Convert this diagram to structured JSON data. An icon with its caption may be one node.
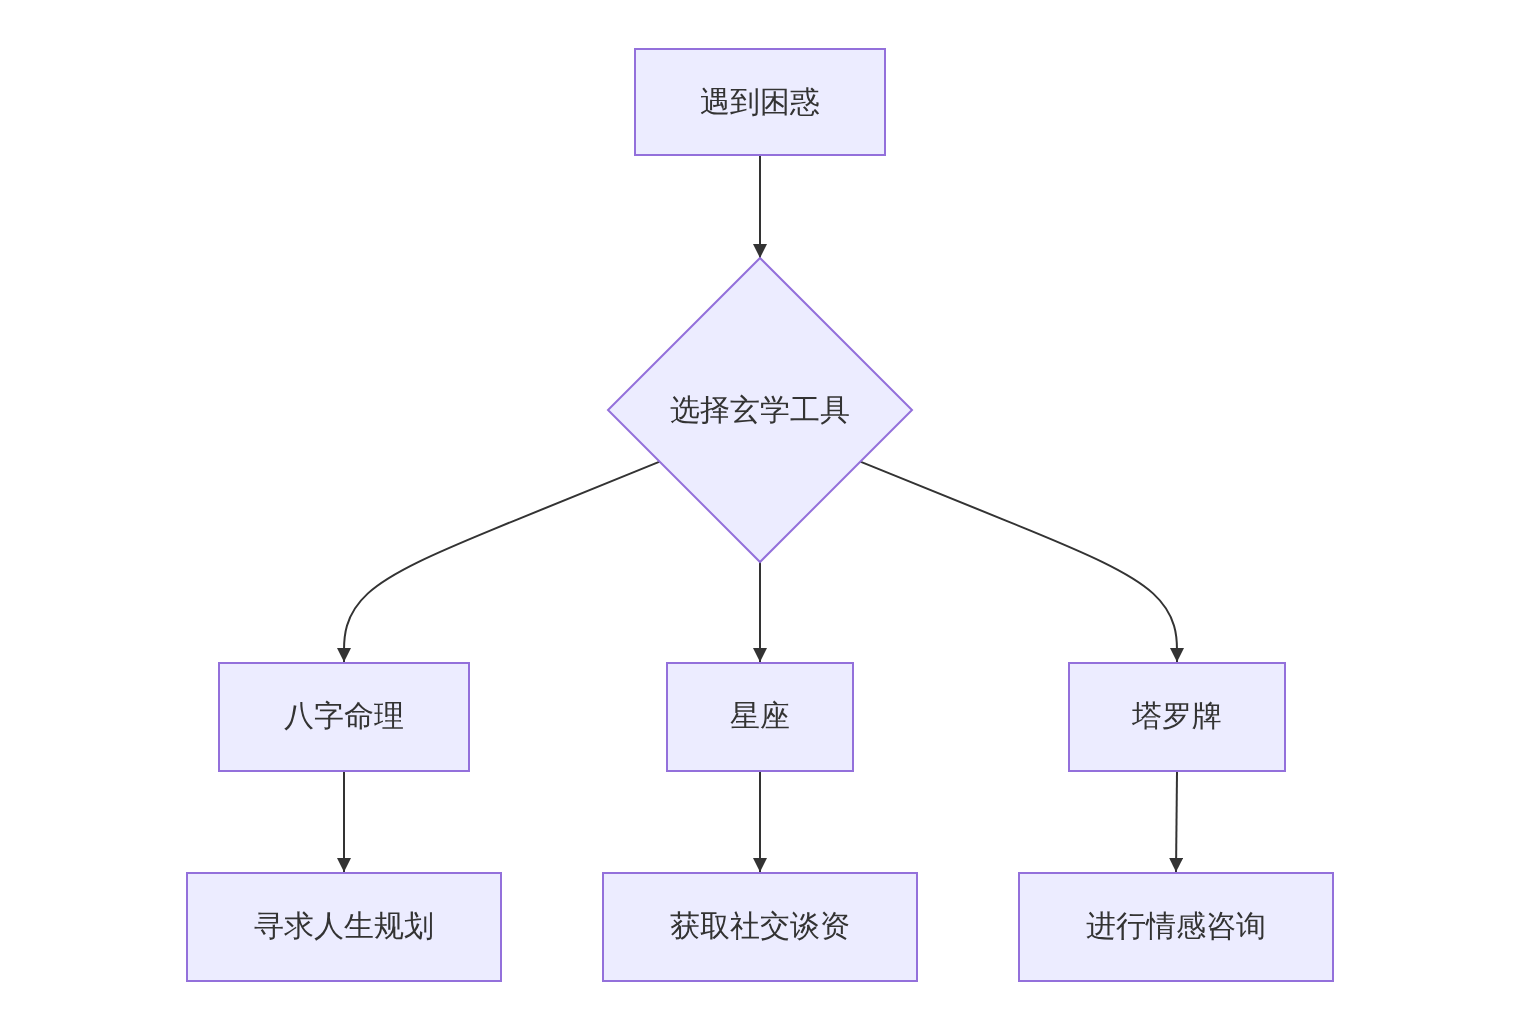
{
  "diagram": {
    "nodes": [
      {
        "text": [
          "遇到困惑"
        ]
      },
      {
        "text": [
          "选择玄学工具"
        ]
      },
      {
        "text": [
          "八字命理"
        ]
      },
      {
        "text": [
          "星座"
        ]
      },
      {
        "text": [
          "塔罗牌"
        ]
      },
      {
        "text": [
          "寻求人生规划"
        ]
      },
      {
        "text": [
          "获取社交谈资"
        ]
      },
      {
        "text": [
          "进行情感咨询"
        ]
      }
    ],
    "edges": [
      {
        "from": 0,
        "to": 1,
        "arrow": "to"
      },
      {
        "from": 1,
        "to": 2,
        "arrow": "to"
      },
      {
        "from": 1,
        "to": 3,
        "arrow": "to"
      },
      {
        "from": 1,
        "to": 4,
        "arrow": "to"
      },
      {
        "from": 2,
        "to": 5,
        "arrow": "to"
      },
      {
        "from": 3,
        "to": 6,
        "arrow": "to"
      },
      {
        "from": 4,
        "to": 7,
        "arrow": "to"
      }
    ]
  }
}
